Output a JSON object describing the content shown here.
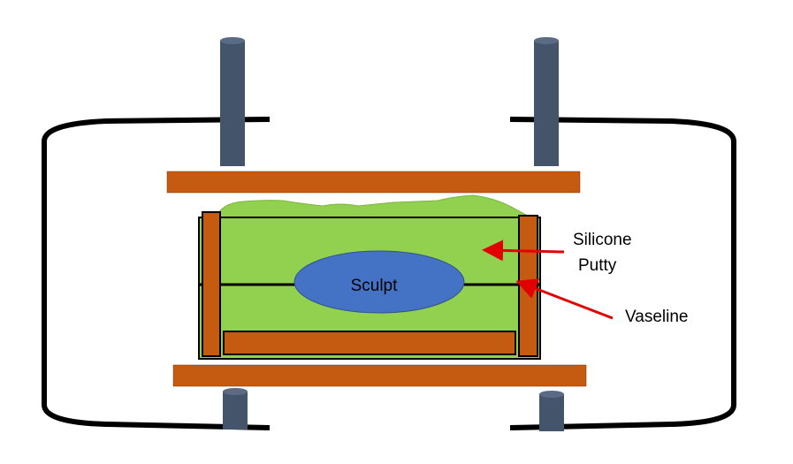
{
  "labels": {
    "sculpt": "Sculpt",
    "silicone_line1": "Silicone",
    "silicone_line2": "Putty",
    "vaseline": "Vaseline"
  },
  "colors": {
    "background": "#ffffff",
    "clamp_frame": "#000000",
    "rod": "#44546A",
    "board": "#C55A11",
    "silicone": "#92D050",
    "sculpt": "#4472C4",
    "arrow": "#E00000",
    "text": "#000000"
  }
}
